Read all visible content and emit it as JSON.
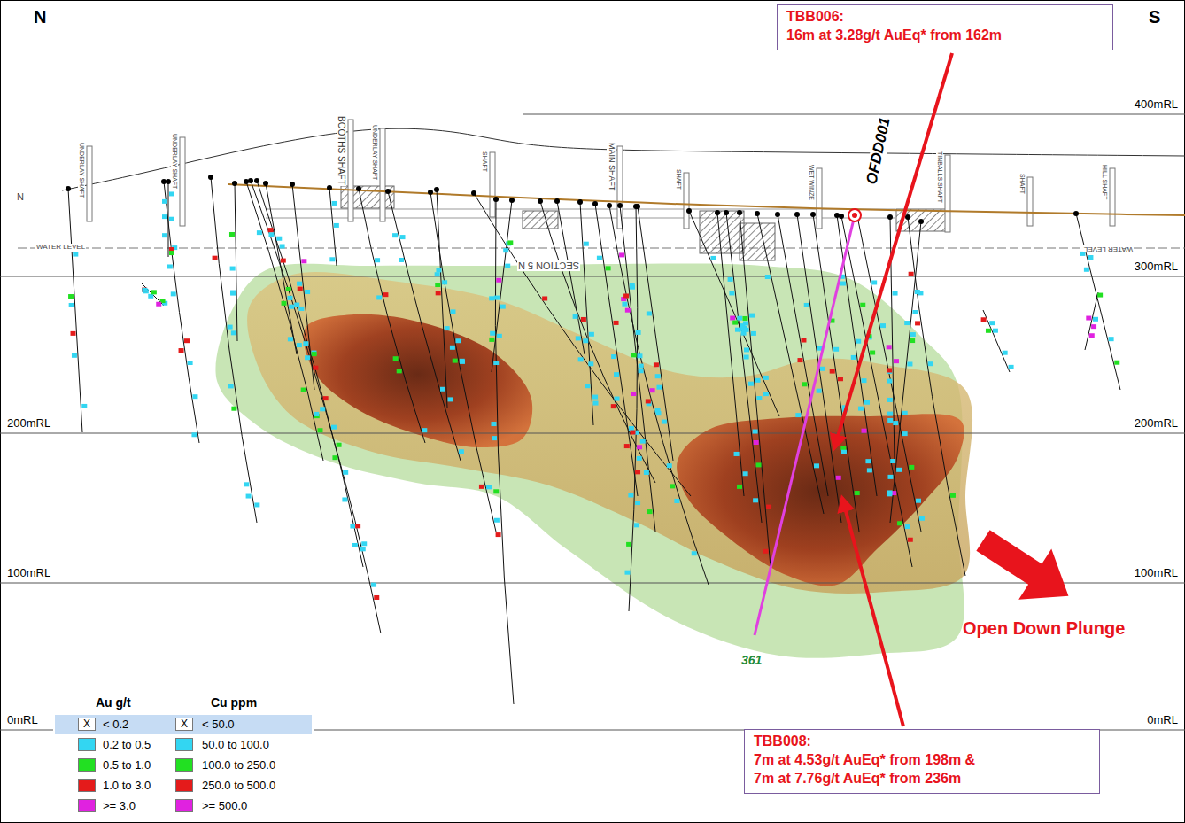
{
  "diagram": {
    "nodes": [
      {
        "text": [
          "TBB006:",
          "16m at 3.28g/t AuEq* from 162m"
        ]
      },
      {
        "text": [
          "TBB008:",
          "7m at 4.53g/t AuEq* from 198m & 7m at 7.76g/t AuEq* from 236m"
        ]
      }
    ],
    "labels": [
      "N",
      "S",
      "OFDD001",
      "400mRL",
      "N",
      "UNDERLAY SHAFT",
      "UNDERLAY SHAFT",
      "BOOTHS SHAFT",
      "UNDERLAY SHAFT",
      "SHAFT",
      "MAIN SHAFT",
      "SHAFT",
      "WET WINZE",
      "TINBALLS SHAFT",
      "SHAFT",
      "HILL SHAFT",
      "WATER LEVEL",
      "SECTION 5 N",
      "WATER LEVEL",
      "300mRL",
      "200mRL",
      "200mRL",
      "100mRL",
      "100mRL",
      "Open Down Plunge",
      "361",
      "0mRL",
      "0mRL",
      "Au g/t",
      "Cu ppm",
      "X",
      "X"
    ],
    "legend": [
      {
        "text": "< 0.2"
      },
      {
        "text": "0.2 to 0.5",
        "color": "#33d6f2"
      },
      {
        "text": "0.5 to 1.0",
        "color": "#22e022"
      },
      {
        "text": "1.0 to 3.0",
        "color": "#e41b1b"
      },
      {
        "text": ">= 3.0",
        "color": "#e022e0"
      },
      {
        "text": "< 50.0"
      },
      {
        "text": "50.0 to 100.0",
        "color": "#33d6f2"
      },
      {
        "text": "100.0 to 250.0",
        "color": "#22e022"
      },
      {
        "text": "250.0 to 500.0",
        "color": "#e41b1b"
      },
      {
        "text": ">= 500.0",
        "color": "#e022e0"
      }
    ]
  }
}
